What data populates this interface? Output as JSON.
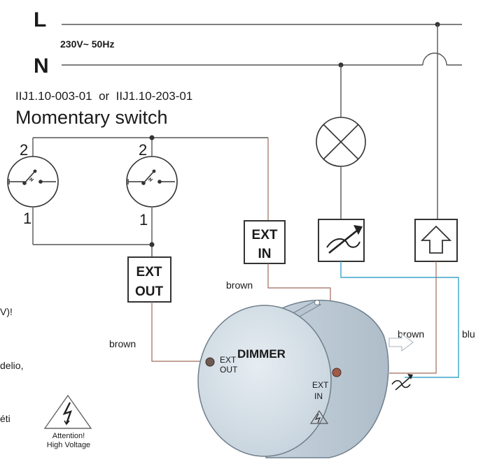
{
  "supply": {
    "line_label": "L",
    "neutral_label": "N",
    "voltage": "230V~ 50Hz"
  },
  "switch_info": {
    "model": "IIJ1.10-003-01  or  IIJ1.10-203-01",
    "type": "Momentary switch"
  },
  "switches": [
    {
      "top_terminal": "2",
      "bottom_terminal": "1"
    },
    {
      "top_terminal": "2",
      "bottom_terminal": "1"
    }
  ],
  "boxes": {
    "ext_out": [
      "EXT",
      "OUT"
    ],
    "ext_in": [
      "EXT",
      "IN"
    ]
  },
  "wire_labels": {
    "brown_left": "brown",
    "brown_center": "brown",
    "brown_right": "brown",
    "blue_right": "blu"
  },
  "dimmer": {
    "title": "DIMMER",
    "out_label": [
      "EXT",
      "OUT"
    ],
    "in_label": [
      "EXT",
      "IN"
    ]
  },
  "warning": {
    "line1": "Attention!",
    "line2": "High Voltage"
  },
  "cut_text": [
    "V)!",
    "delio,",
    "éti"
  ],
  "colors": {
    "brown_wire": "#a06a5c",
    "blue_wire": "#3aa6c9",
    "dimmer_body": "#d4dee6"
  }
}
